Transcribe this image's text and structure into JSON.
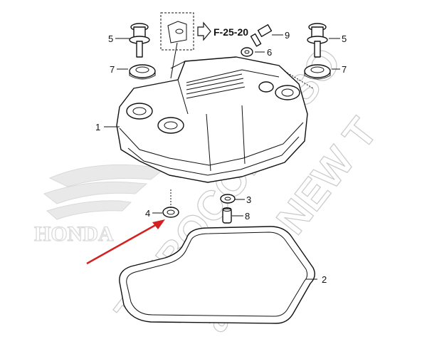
{
  "diagram": {
    "reference": "F-25-20",
    "callouts": [
      {
        "id": "c1",
        "label": "1"
      },
      {
        "id": "c2",
        "label": "2"
      },
      {
        "id": "c3",
        "label": "3"
      },
      {
        "id": "c4",
        "label": "4"
      },
      {
        "id": "c5a",
        "label": "5"
      },
      {
        "id": "c5b",
        "label": "5"
      },
      {
        "id": "c6",
        "label": "6"
      },
      {
        "id": "c7a",
        "label": "7"
      },
      {
        "id": "c7b",
        "label": "7"
      },
      {
        "id": "c8",
        "label": "8"
      },
      {
        "id": "c9",
        "label": "9"
      }
    ]
  },
  "logo": {
    "text": "HONDA"
  },
  "watermark": {
    "line1": "TRIBOCONCESO",
    "line2": "ader - NEW T"
  },
  "colors": {
    "arrow": "#d42020",
    "lines": "#111111",
    "watermark": "#c9c9c9"
  }
}
